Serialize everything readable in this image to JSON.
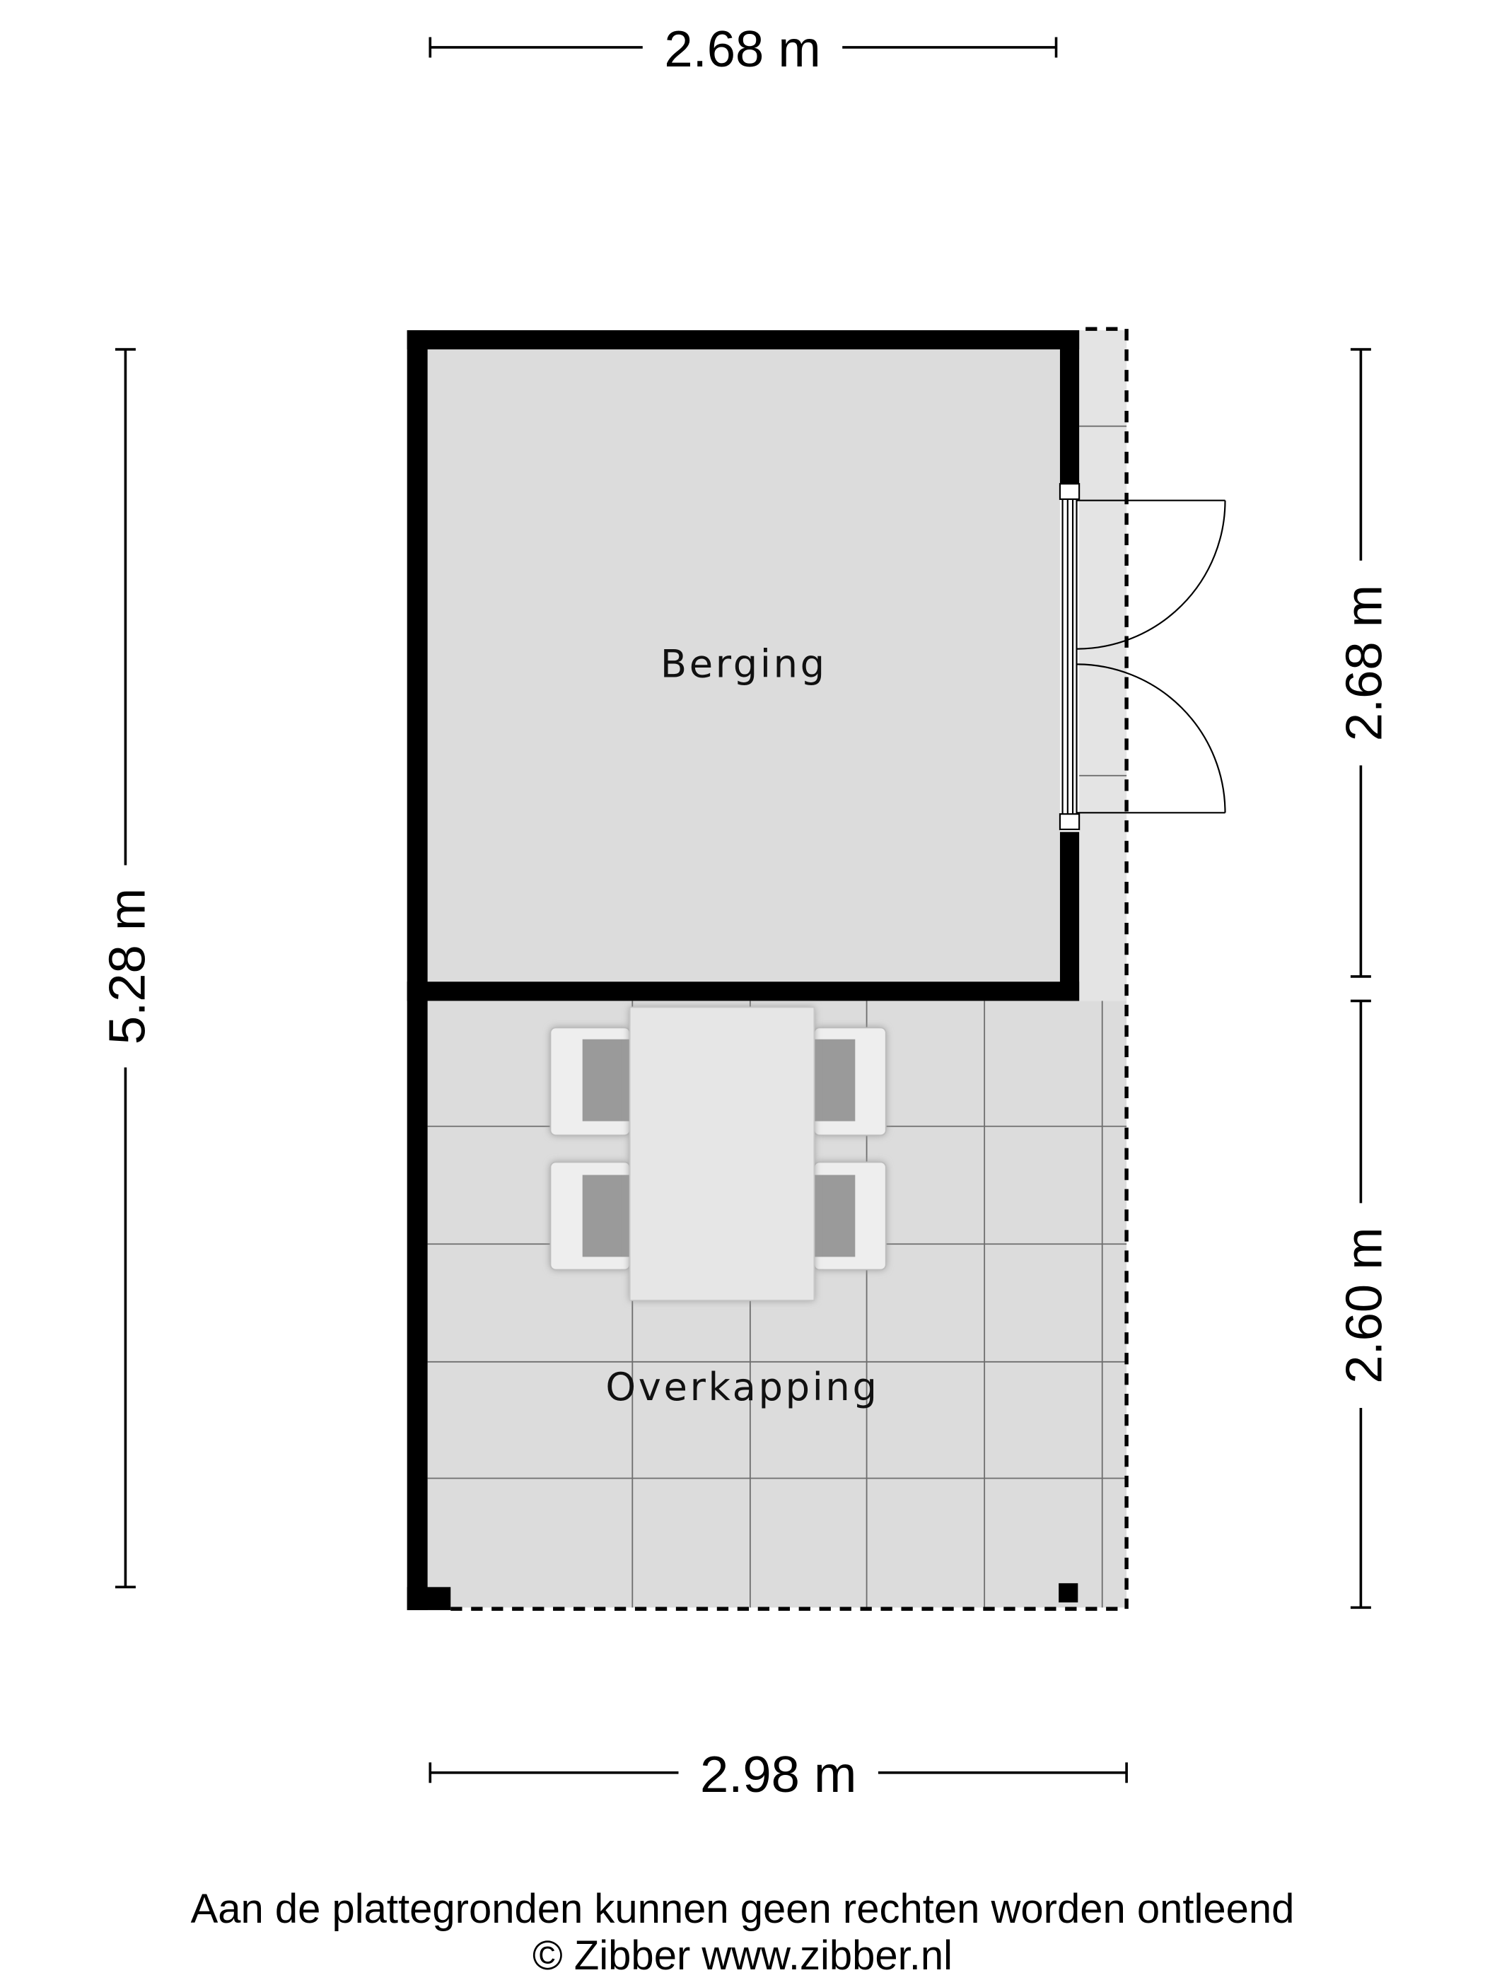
{
  "dimensions": {
    "top": "2.68 m",
    "left": "5.28 m",
    "right_upper": "2.68 m",
    "right_lower": "2.60 m",
    "bottom": "2.98 m"
  },
  "rooms": {
    "berging": "Berging",
    "overkapping": "Overkapping"
  },
  "footer": {
    "disclaimer": "Aan de plattegronden kunnen geen rechten worden ontleend",
    "copyright": "© Zibber www.zibber.nl"
  },
  "colors": {
    "wall": "#000000",
    "floor": "#dcdcdc",
    "furniture": "#e6e6e6",
    "tile_line": "#6e6e6e"
  }
}
